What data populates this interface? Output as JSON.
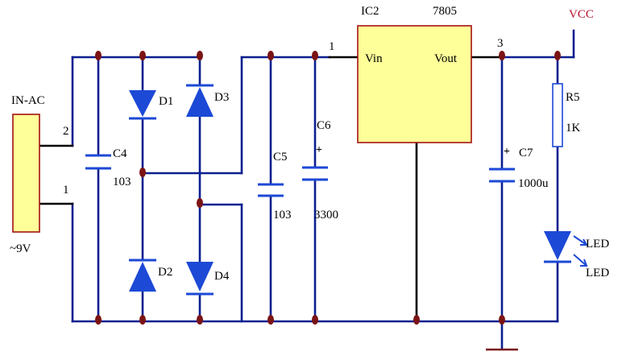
{
  "colors": {
    "wire": "#0a1f8f",
    "wire_black": "#000000",
    "component": "#1c49d6",
    "junction": "#7b1414",
    "ic_fill": "#ffff99",
    "ic_stroke": "#a31212",
    "connector_fill": "#ffff99",
    "vcc_label": "#b3122a",
    "ground": "#7b1414"
  },
  "connector": {
    "ref": "IN-AC",
    "note": "~9V",
    "pin2": "2",
    "pin1": "1"
  },
  "ic": {
    "ref": "IC2",
    "part": "7805",
    "pin_in": "Vin",
    "pin_out": "Vout",
    "pin1_num": "1",
    "pin3_num": "3"
  },
  "power": {
    "label": "VCC"
  },
  "diodes": {
    "d1": "D1",
    "d2": "D2",
    "d3": "D3",
    "d4": "D4"
  },
  "capacitors": {
    "c4": {
      "ref": "C4",
      "value": "103"
    },
    "c5": {
      "ref": "C5",
      "value": "103"
    },
    "c6": {
      "ref": "C6",
      "value": "3300"
    },
    "c7": {
      "ref": "C7",
      "value": "1000u"
    }
  },
  "resistor": {
    "ref": "R5",
    "value": "1K"
  },
  "led": {
    "label_1": "LED",
    "label_2": "LED"
  }
}
